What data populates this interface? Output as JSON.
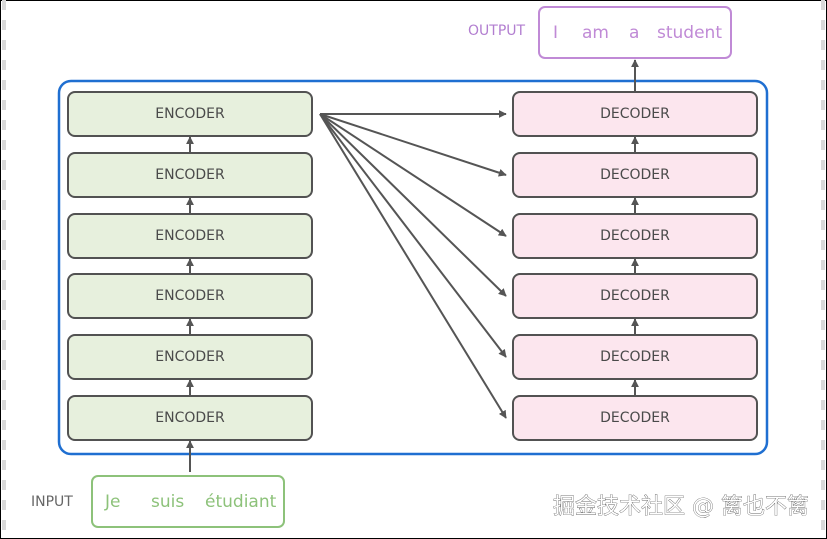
{
  "encoder": {
    "label": "ENCODER",
    "count": 6,
    "fill": "#e7f0dd",
    "stroke": "#525252"
  },
  "decoder": {
    "label": "DECODER",
    "count": 6,
    "fill": "#fce6ee",
    "stroke": "#525252"
  },
  "container_color": "#1f6fd1",
  "arrow_color": "#555555",
  "input": {
    "label": "INPUT",
    "words": [
      "Je",
      "suis",
      "étudiant"
    ],
    "color": "#8dc27a",
    "label_color": "#666666"
  },
  "output": {
    "label": "OUTPUT",
    "words": [
      "I",
      "am",
      "a",
      "student"
    ],
    "color": "#c08ad6",
    "label_color": "#b27ed0"
  },
  "watermark": "掘金技术社区 @ 篱也不篱"
}
